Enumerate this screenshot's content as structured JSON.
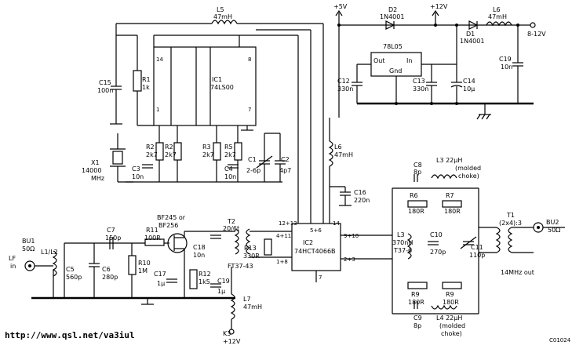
{
  "labels": {
    "L5": "L5",
    "L5v": "47mH",
    "D2": "D2",
    "D2v": "1N4001",
    "p5v": "+5V",
    "p12v": "+12V",
    "L6t": "L6",
    "L6tv": "47mH",
    "out812": "8-12V",
    "D1": "D1",
    "D1v": "1N4001",
    "reg": "78L05",
    "regOut": "Out",
    "regIn": "In",
    "regGnd": "Gnd",
    "C19t": "C19",
    "C19tv": "10n",
    "C12": "C12",
    "C12v": "330n",
    "C13": "C13",
    "C13v": "330n",
    "C14": "C14",
    "C14v": "10µ",
    "C15": "C15",
    "C15v": "100n",
    "R1": "R1",
    "R1v": "1k",
    "IC1": "IC1",
    "IC1v": "74LS00",
    "pin14": "14",
    "pin8": "8",
    "pin1": "1",
    "pin7": "7",
    "R2a": "R2",
    "R2av": "2k7",
    "R2b": "R2",
    "R2bv": "2k7",
    "R3": "R3",
    "R3v": "2k7",
    "R5": "R5",
    "R5v": "2k7",
    "C3": "C3",
    "C3v": "10n",
    "C4": "C4",
    "C4v": "10n",
    "C1": "C1",
    "C1v": "2-6p",
    "C2": "C2",
    "C2v": "4p7",
    "X1": "X1",
    "X1v": "14000",
    "X1u": "MHz",
    "L6m": "L6",
    "L6mv": "47mH",
    "C16": "C16",
    "C16v": "220n",
    "L3a": "L3 22µH",
    "L3b": "(molded",
    "L3c": "choke)",
    "C8": "C8",
    "C8v": "8p",
    "R6": "R6",
    "R6v": "180R",
    "R7": "R7",
    "R7v": "180R",
    "T1": "T1",
    "T1v": "(2x4):3",
    "BU2": "BU2",
    "BU2v": "50Ω",
    "L3m": "L3",
    "L3mv": "370nH",
    "L3mc": "T37-6",
    "C10": "C10",
    "C10v": "270p",
    "C11": "C11",
    "C11v": "110p",
    "out14": "14MHz out",
    "R9a": "R9",
    "R9av": "180R",
    "R9b": "R9",
    "R9bv": "180R",
    "C9": "C9",
    "C9v": "8p",
    "L4a": "L4  22µH",
    "L4b": "(molded",
    "L4c": "choke)",
    "BU1": "BU1",
    "BU1v": "50Ω",
    "LF": "LF",
    "LFin": "in",
    "L12": "L1/L2",
    "C5": "C5",
    "C5v": "560p",
    "C6": "C6",
    "C6v": "280p",
    "C7": "C7",
    "C7v": "150p",
    "R11": "R11",
    "R11v": "100R",
    "R10": "R10",
    "R10v": "1M",
    "Q1a": "BF245 or",
    "Q1b": "BF256",
    "C17": "C17",
    "C17v": "1µ",
    "C18": "C18",
    "C18v": "10n",
    "R12": "R12",
    "R12v": "1k5",
    "C19": "C19",
    "C19v": "1µ",
    "T2": "T2",
    "T2v": "20/6t",
    "FT": "FT37-43",
    "R13": "R13",
    "R13v": "330R",
    "L7": "L7",
    "L7v": "47mH",
    "K3": "K3",
    "K3v": "+12V",
    "IC2": "IC2",
    "IC2v": "74HCT4066B",
    "p56": "5+6",
    "p1213": "12+13",
    "p411": "4+11",
    "p18": "1+8",
    "p14": "14",
    "p910": "9+10",
    "p23": "2+3",
    "p7": "7",
    "url": "http://www.qsl.net/va3iul",
    "code": "C01024"
  }
}
